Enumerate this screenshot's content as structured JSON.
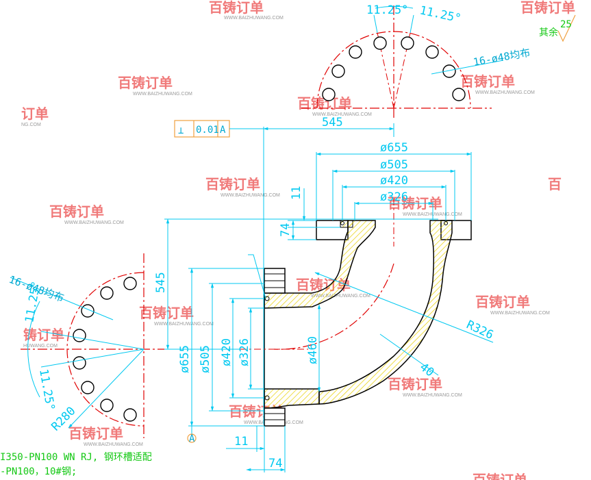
{
  "annotations": {
    "tolerance_symbol": "⊥",
    "tolerance_value": "0.01",
    "tolerance_datum": "A",
    "datum_label": "A",
    "angle_top_1": "11.25°",
    "angle_top_2": "11.25°",
    "hole_note_top": "16-ø48均布",
    "hole_note_left": "16-ø48均布",
    "angle_left_1": "11.25°",
    "angle_left_2": "11.25°",
    "radius_pcd": "R280",
    "roughness_note": "其余",
    "roughness_value": "25"
  },
  "dimensions": {
    "horiz_545": "545",
    "dia_655_top": "ø655",
    "dia_505_top": "ø505",
    "dia_420_top": "ø420",
    "dia_326_top": "ø326",
    "height_11_top": "11",
    "height_74_top": "74",
    "vert_545": "545",
    "dia_655_left": "ø655",
    "dia_505_left": "ø505",
    "dia_420_left": "ø420",
    "dia_326_left": "ø326",
    "dia_460": "ø460",
    "radius_r326": "R326",
    "wall_40": "40",
    "width_11_bottom": "11",
    "width_74_bottom": "74"
  },
  "notes": {
    "line_1": "I350-PN100 WN RJ, 钢环槽适配",
    "line_2": "-PN100，10#钢;"
  },
  "watermark": {
    "logo": "百铸订单",
    "url": "WWW.BAIZHUWANG.COM",
    "partial_logo_1": "订单",
    "partial_url_1": "NG.COM",
    "partial_logo_2": "铸订单",
    "partial_url_2": "HUWANG.COM"
  },
  "colors": {
    "outline": "#000000",
    "dimension": "#00c8f0",
    "centerline": "#e00000",
    "hatch": "#e8d000",
    "watermark": "#f07a7a",
    "note": "#14c814",
    "tolerance_frame": "#f0a040"
  }
}
